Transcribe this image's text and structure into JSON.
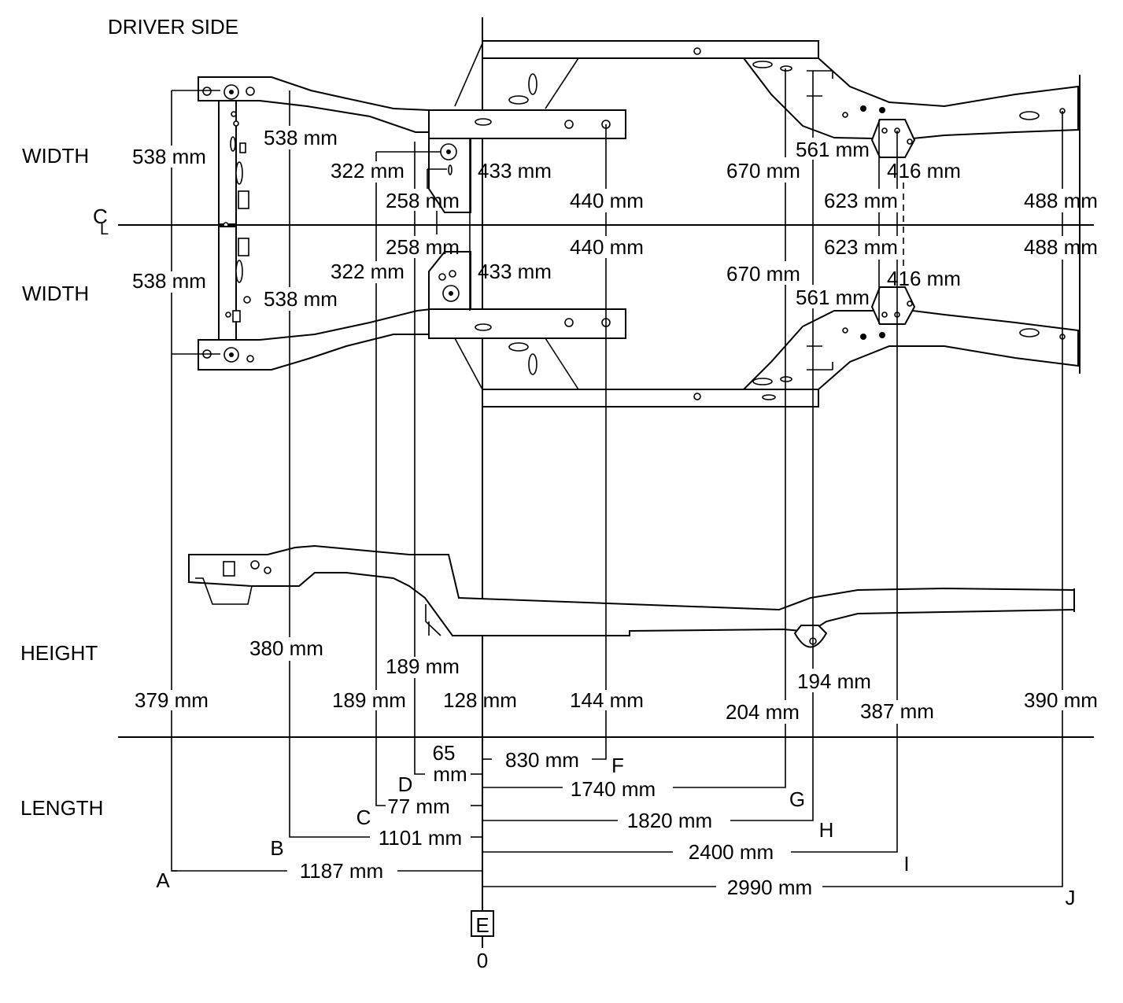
{
  "title": "DRIVER SIDE",
  "row_labels": {
    "width": "WIDTH",
    "height": "HEIGHT",
    "length": "LENGTH"
  },
  "centerline_symbol": {
    "c": "C",
    "l": "L"
  },
  "datum": {
    "box_label": "E",
    "zero": "0"
  },
  "points": [
    "A",
    "B",
    "C",
    "D",
    "F",
    "G",
    "H",
    "I",
    "J"
  ],
  "width_upper": [
    "538 mm",
    "538 mm",
    "322 mm",
    "433 mm",
    "258 mm",
    "440 mm",
    "670 mm",
    "561 mm",
    "416 mm",
    "623 mm",
    "488 mm"
  ],
  "width_lower": [
    "538 mm",
    "538 mm",
    "322 mm",
    "433 mm",
    "258 mm",
    "440 mm",
    "670 mm",
    "561 mm",
    "416 mm",
    "623 mm",
    "488 mm"
  ],
  "heights": [
    "379 mm",
    "380 mm",
    "189 mm",
    "189 mm",
    "128 mm",
    "144 mm",
    "204 mm",
    "194 mm",
    "387 mm",
    "390 mm"
  ],
  "lengths": {
    "d_top": "65",
    "d_bottom": "mm",
    "f": "830 mm",
    "g": "1740 mm",
    "c": "77 mm",
    "h": "1820 mm",
    "b": "1101 mm",
    "i": "2400 mm",
    "a": "1187 mm",
    "j": "2990 mm"
  }
}
